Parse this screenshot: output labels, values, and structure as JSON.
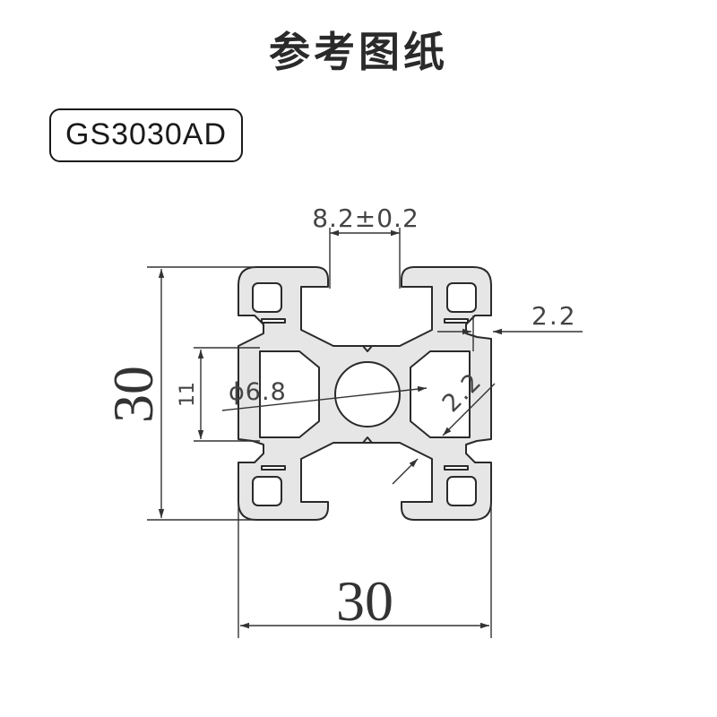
{
  "header": {
    "title": "参考图纸"
  },
  "model": {
    "code": "GS3030AD"
  },
  "dimensions": {
    "slot_width": "8.2±0.2",
    "width": "30",
    "height": "30",
    "center_hole": "ϕ6.8",
    "inner_height": "11",
    "wall_thickness": "2.2",
    "web_thickness": "2.2"
  },
  "colors": {
    "profile_fill": "#e6e6e6",
    "outline": "#2a2a2a",
    "line": "#333333"
  }
}
